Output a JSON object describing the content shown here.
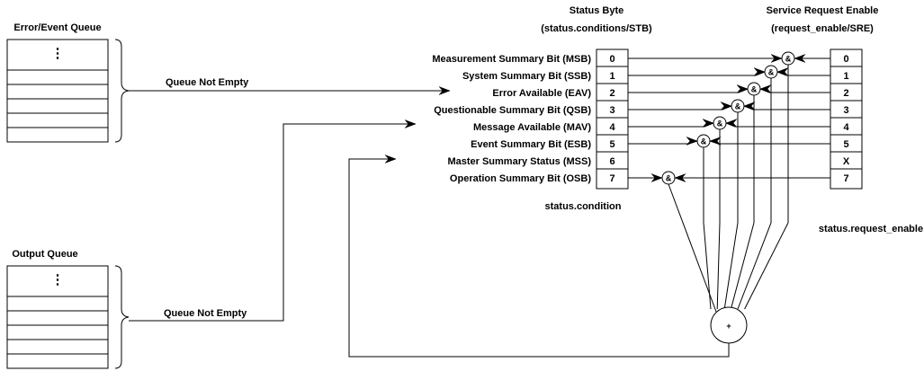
{
  "error_event_queue": {
    "title": "Error/Event Queue",
    "ellipsis": "⋮",
    "signal_label": "Queue Not Empty"
  },
  "output_queue": {
    "title": "Output Queue",
    "ellipsis": "⋮",
    "signal_label": "Queue Not Empty"
  },
  "status_byte": {
    "title_line1": "Status Byte",
    "title_line2": "(status.conditions/STB)",
    "footer": "status.condition",
    "bits": [
      {
        "label": "Measurement Summary Bit (MSB)",
        "value": "0"
      },
      {
        "label": "System Summary Bit (SSB)",
        "value": "1"
      },
      {
        "label": "Error Available (EAV)",
        "value": "2"
      },
      {
        "label": "Questionable Summary Bit (QSB)",
        "value": "3"
      },
      {
        "label": "Message Available (MAV)",
        "value": "4"
      },
      {
        "label": "Event Summary Bit (ESB)",
        "value": "5"
      },
      {
        "label": "Master Summary Status (MSS)",
        "value": "6"
      },
      {
        "label": "Operation Summary Bit (OSB)",
        "value": "7"
      }
    ]
  },
  "service_request_enable": {
    "title_line1": "Service Request Enable",
    "title_line2": "(request_enable/SRE)",
    "footer": "status.request_enable",
    "bits": [
      "0",
      "1",
      "2",
      "3",
      "4",
      "5",
      "X",
      "7"
    ]
  },
  "gates": {
    "and_symbol": "&",
    "or_symbol": "+"
  }
}
